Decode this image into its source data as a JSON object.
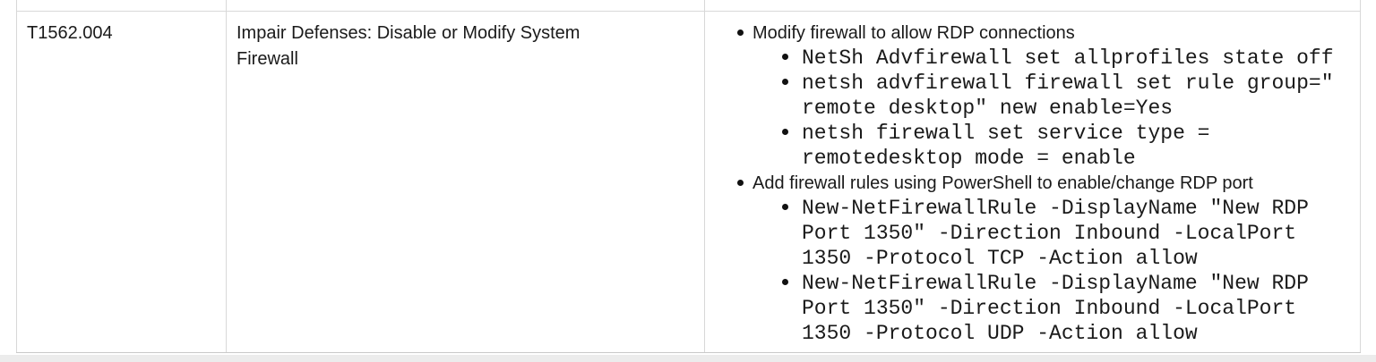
{
  "style": {
    "text_color": "#1a1a1a",
    "border_color": "#d8d8d8",
    "bottom_border_color": "#c9c9c9",
    "below_table_strip_color": "#ececec",
    "background": "#ffffff"
  },
  "table": {
    "row": {
      "technique_id": "T1562.004",
      "technique_name": "Impair Defenses: Disable or Modify System\nFirewall",
      "notes": [
        {
          "text": "Modify firewall to allow RDP connections",
          "commands": [
            "NetSh Advfirewall set allprofiles state off",
            "netsh advfirewall firewall set rule group=\"\nremote desktop\" new enable=Yes",
            "netsh firewall set service type =\nremotedesktop mode = enable"
          ]
        },
        {
          "text": "Add firewall rules using PowerShell to enable/change RDP port",
          "commands": [
            "New-NetFirewallRule -DisplayName \"New RDP\nPort 1350\" -Direction Inbound -LocalPort\n1350 -Protocol TCP -Action allow",
            "New-NetFirewallRule -DisplayName \"New RDP\nPort 1350\" -Direction Inbound -LocalPort\n1350 -Protocol UDP -Action allow"
          ]
        }
      ]
    }
  }
}
